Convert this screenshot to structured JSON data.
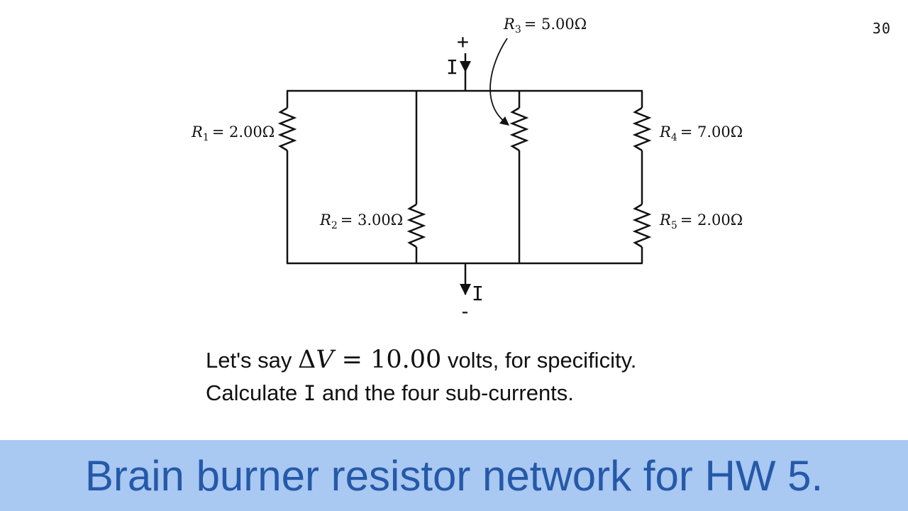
{
  "page_number": "30",
  "circuit": {
    "terminal_plus": "+",
    "terminal_minus": "-",
    "current_top": "I",
    "current_bottom": "I",
    "resistors": [
      {
        "sym": "R",
        "sub": "1",
        "value": "= 2.00Ω"
      },
      {
        "sym": "R",
        "sub": "2",
        "value": "= 3.00Ω"
      },
      {
        "sym": "R",
        "sub": "3",
        "value": "= 5.00Ω"
      },
      {
        "sym": "R",
        "sub": "4",
        "value": "= 7.00Ω"
      },
      {
        "sym": "R",
        "sub": "5",
        "value": "= 2.00Ω"
      }
    ]
  },
  "problem": {
    "line1_pre": "Let's say ",
    "line1_math_delta": "Δ",
    "line1_math_var": "V",
    "line1_math_eq": " = 10.00",
    "line1_post": " volts, for specificity.",
    "line2_pre": "Calculate ",
    "line2_mono": "I",
    "line2_post": " and the four sub-currents."
  },
  "title": "Brain burner resistor network for HW 5."
}
